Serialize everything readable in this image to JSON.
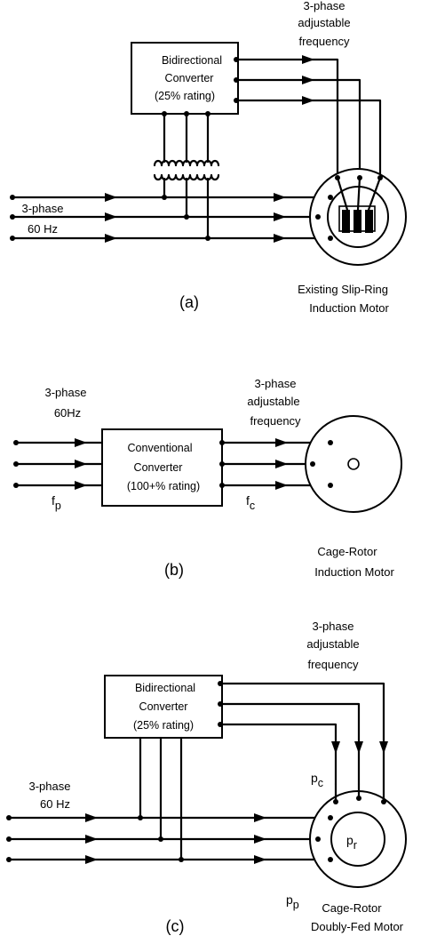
{
  "panel_a": {
    "label": "(a)",
    "input_label_line1": "3-phase",
    "input_label_line2": "60 Hz",
    "output_label_line1": "3-phase",
    "output_label_line2": "adjustable",
    "output_label_line3": "frequency",
    "converter_line1": "Bidirectional",
    "converter_line2": "Converter",
    "converter_line3": "(25% rating)",
    "motor_line1": "Existing Slip-Ring",
    "motor_line2": "Induction Motor"
  },
  "panel_b": {
    "label": "(b)",
    "input_label_line1": "3-phase",
    "input_label_line2": "60Hz",
    "output_label_line1": "3-phase",
    "output_label_line2": "adjustable",
    "output_label_line3": "frequency",
    "converter_line1": "Conventional",
    "converter_line2": "Converter",
    "converter_line3": "(100+% rating)",
    "input_freq_symbol": "f",
    "input_freq_sub": "p",
    "output_freq_symbol": "f",
    "output_freq_sub": "c",
    "motor_line1": "Cage-Rotor",
    "motor_line2": "Induction Motor"
  },
  "panel_c": {
    "label": "(c)",
    "input_label_line1": "3-phase",
    "input_label_line2": "60 Hz",
    "output_label_line1": "3-phase",
    "output_label_line2": "adjustable",
    "output_label_line3": "frequency",
    "converter_line1": "Bidirectional",
    "converter_line2": "Converter",
    "converter_line3": "(25% rating)",
    "control_winding_symbol": "p",
    "control_winding_sub": "c",
    "power_winding_symbol": "p",
    "power_winding_sub": "p",
    "rotor_symbol": "p",
    "rotor_sub": "r",
    "motor_line1": "Cage-Rotor",
    "motor_line2": "Doubly-Fed Motor"
  }
}
